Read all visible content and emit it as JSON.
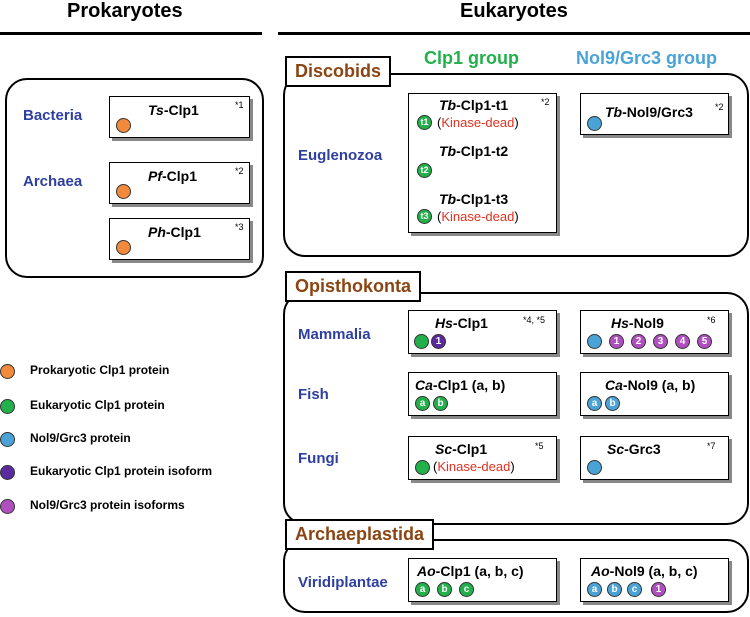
{
  "headers": {
    "prokaryotes": "Prokaryotes",
    "eukaryotes": "Eukaryotes"
  },
  "groups": {
    "clp1": "Clp1 group",
    "nol9": "Nol9/Grc3 group"
  },
  "colors": {
    "prokaryotic_clp1": "#f28a3c",
    "eukaryotic_clp1": "#22b04b",
    "nol9_grc3": "#4aa3d6",
    "eukaryotic_clp1_isoform": "#5b2a9e",
    "nol9_isoform": "#b04fbf",
    "section_label": "#8b4513",
    "taxon": "#2f3fa0",
    "kinase_dead": "#e03020"
  },
  "prokaryotes": {
    "taxa": [
      "Bacteria",
      "Archaea"
    ],
    "proteins": [
      {
        "sp": "Ts",
        "name": "-Clp1",
        "note": "*1"
      },
      {
        "sp": "Pf",
        "name": "-Clp1",
        "note": "*2"
      },
      {
        "sp": "Ph",
        "name": "-Clp1",
        "note": "*3"
      }
    ]
  },
  "sections": {
    "discobids": {
      "label": "Discobids",
      "taxon": "Euglenozoa",
      "clp1": {
        "note": "*2",
        "entries": [
          {
            "sp": "Tb",
            "name": "-Clp1-t1",
            "badge": "t1",
            "status": "Kinase-dead"
          },
          {
            "sp": "Tb",
            "name": "-Clp1-t2",
            "badge": "t2",
            "status": ""
          },
          {
            "sp": "Tb",
            "name": "-Clp1-t3",
            "badge": "t3",
            "status": "Kinase-dead"
          }
        ]
      },
      "nol9": {
        "sp": "Tb",
        "name": "-Nol9/Grc3",
        "note": "*2"
      }
    },
    "opisthokonta": {
      "label": "Opisthokonta",
      "rows": [
        {
          "taxon": "Mammalia",
          "clp1": {
            "sp": "Hs",
            "name": "-Clp1",
            "note": "*4, *5",
            "badges": [
              "",
              "1"
            ]
          },
          "nol9": {
            "sp": "Hs",
            "name": "-Nol9",
            "note": "*6",
            "badges": [
              "",
              "1",
              "2",
              "3",
              "4",
              "5"
            ]
          }
        },
        {
          "taxon": "Fish",
          "clp1": {
            "sp": "Ca",
            "name": "-Clp1 (a, b)",
            "note": "",
            "badges": [
              "a",
              "b"
            ]
          },
          "nol9": {
            "sp": "Ca",
            "name": "-Nol9 (a, b)",
            "note": "",
            "badges": [
              "a",
              "b"
            ]
          }
        },
        {
          "taxon": "Fungi",
          "clp1": {
            "sp": "Sc",
            "name": "-Clp1",
            "note": "*5",
            "status": "Kinase-dead",
            "badges": [
              ""
            ]
          },
          "nol9": {
            "sp": "Sc",
            "name": "-Grc3",
            "note": "*7",
            "badges": [
              ""
            ]
          }
        }
      ]
    },
    "archaeplastida": {
      "label": "Archaeplastida",
      "taxon": "Viridiplantae",
      "clp1": {
        "sp": "Ao",
        "name": "-Clp1 (a, b, c)",
        "badges": [
          "a",
          "b",
          "c"
        ]
      },
      "nol9": {
        "sp": "Ao",
        "name": "-Nol9 (a, b, c)",
        "badges": [
          "a",
          "b",
          "c",
          "1"
        ]
      }
    }
  },
  "legend": [
    {
      "label": "Prokaryotic Clp1 protein",
      "color": "#f28a3c"
    },
    {
      "label": "Eukaryotic Clp1 protein",
      "color": "#22b04b"
    },
    {
      "label": "Nol9/Grc3 protein",
      "color": "#4aa3d6"
    },
    {
      "label": "Eukaryotic Clp1 protein isoform",
      "color": "#5b2a9e"
    },
    {
      "label": "Nol9/Grc3 protein isoforms",
      "color": "#b04fbf"
    }
  ]
}
